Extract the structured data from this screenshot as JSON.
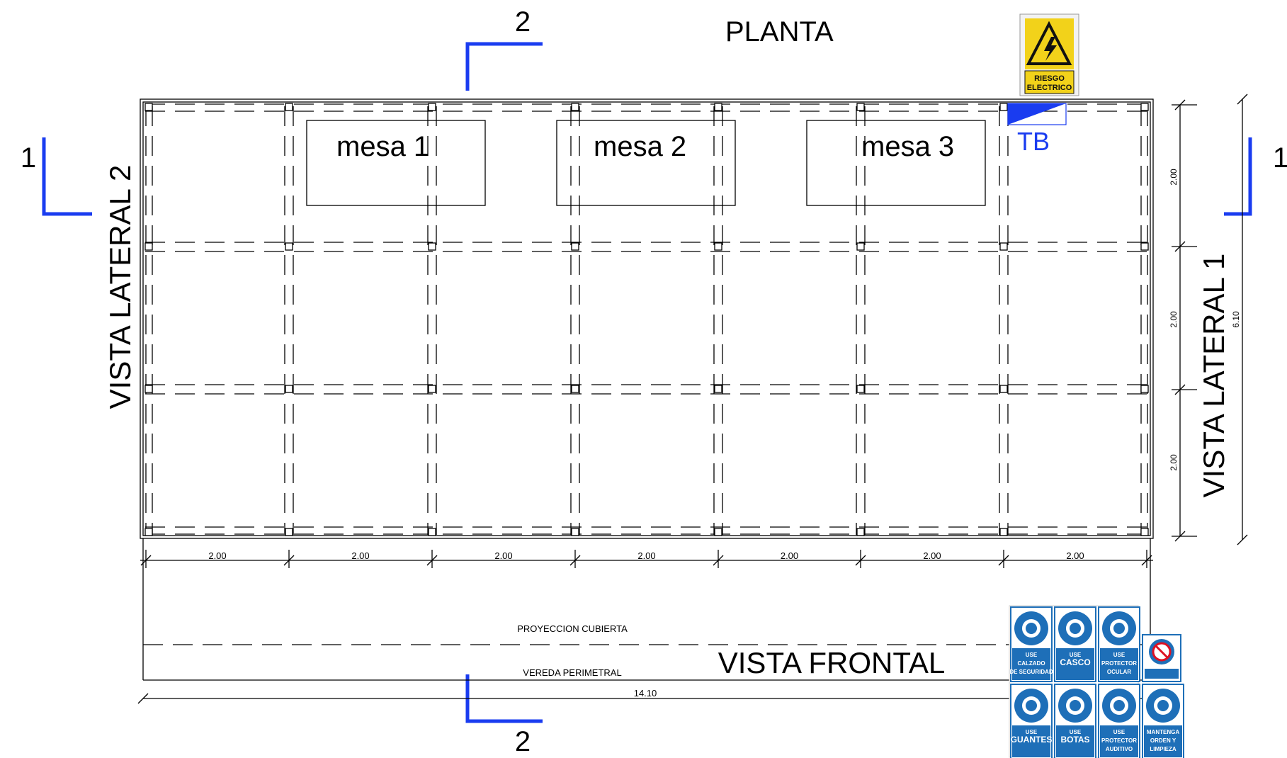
{
  "title": "PLANTA",
  "views": {
    "lateral_left": "VISTA LATERAL 2",
    "lateral_right": "VISTA LATERAL 1",
    "frontal": "VISTA FRONTAL"
  },
  "section_marks": {
    "top": "2",
    "bottom": "2",
    "left": "1",
    "right": "1"
  },
  "tables": [
    "mesa 1",
    "mesa 2",
    "mesa 3"
  ],
  "panel_label": "TB",
  "horizontal_dims": [
    "2.00",
    "2.00",
    "2.00",
    "2.00",
    "2.00",
    "2.00",
    "2.00"
  ],
  "total_length": "14.10",
  "vertical_dims": [
    "2.00",
    "2.00",
    "2.00"
  ],
  "total_height": "6.10",
  "notes": {
    "roof_projection": "PROYECCION CUBIERTA",
    "sidewalk": "VEREDA PERIMETRAL"
  },
  "warning_sign": {
    "line1": "RIESGO",
    "line2": "ELECTRICO",
    "background": "#f2d21a"
  },
  "safety_signs": [
    {
      "icon": "boot-icon",
      "line1": "USE",
      "line2": "CALZADO",
      "line3": "DE SEGURIDAD"
    },
    {
      "icon": "helmet-icon",
      "line1": "USE",
      "line2": "CASCO",
      "line3": ""
    },
    {
      "icon": "goggles-icon",
      "line1": "USE",
      "line2": "PROTECTOR",
      "line3": "OCULAR"
    },
    {
      "icon": "glove-icon",
      "line1": "USE",
      "line2": "GUANTES",
      "line3": ""
    },
    {
      "icon": "boots-icon",
      "line1": "USE",
      "line2": "BOTAS",
      "line3": ""
    },
    {
      "icon": "earmuff-icon",
      "line1": "USE",
      "line2": "PROTECTOR",
      "line3": "AUDITIVO"
    },
    {
      "icon": "broom-icon",
      "line1": "MANTENGA",
      "line2": "ORDEN Y",
      "line3": "LIMPIEZA"
    }
  ],
  "colors": {
    "section_marker": "#1a3cf0",
    "safety_blue": "#1e6fb8"
  }
}
